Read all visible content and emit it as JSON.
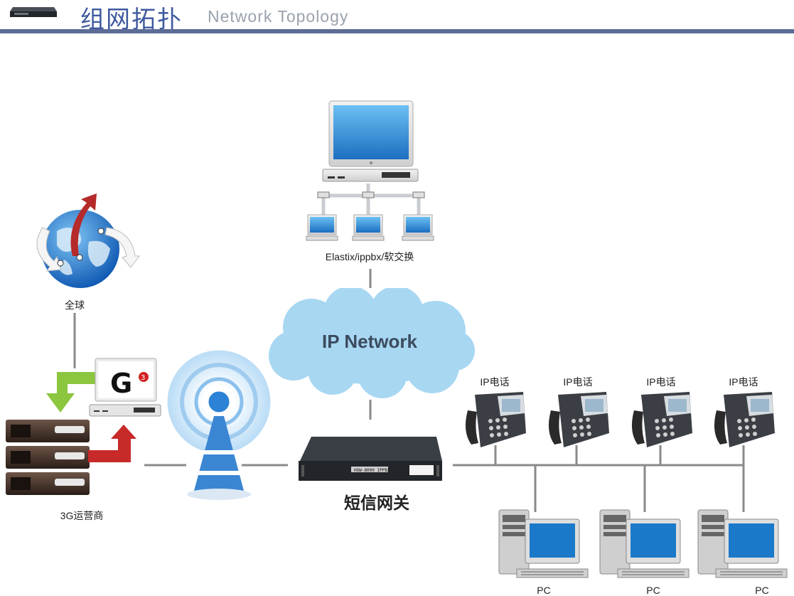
{
  "header": {
    "title_cn": "组网拓扑",
    "title_en": "Network Topology"
  },
  "nodes": {
    "pbx_label": "Elastix/ippbx/软交换",
    "cloud_label": "IP Network",
    "globe_label": "全球",
    "carrier_label": "3G运营商",
    "gateway_label": "短信网关",
    "gateway_panel_text": "HGW-8000 IPPBX",
    "phones": [
      {
        "label": "IP电话"
      },
      {
        "label": "IP电话"
      },
      {
        "label": "IP电话"
      },
      {
        "label": "IP电话"
      }
    ],
    "pcs": [
      {
        "label": "PC"
      },
      {
        "label": "PC"
      },
      {
        "label": "PC"
      }
    ],
    "g3_logo_text": "G3"
  },
  "colors": {
    "header_rule": "#5b6c95",
    "title_cn": "#3f5aa0",
    "title_en": "#9aa2ad",
    "link": "#8a8a8a",
    "cloud": "#a8d7f2",
    "screen": "#1b79c9"
  }
}
